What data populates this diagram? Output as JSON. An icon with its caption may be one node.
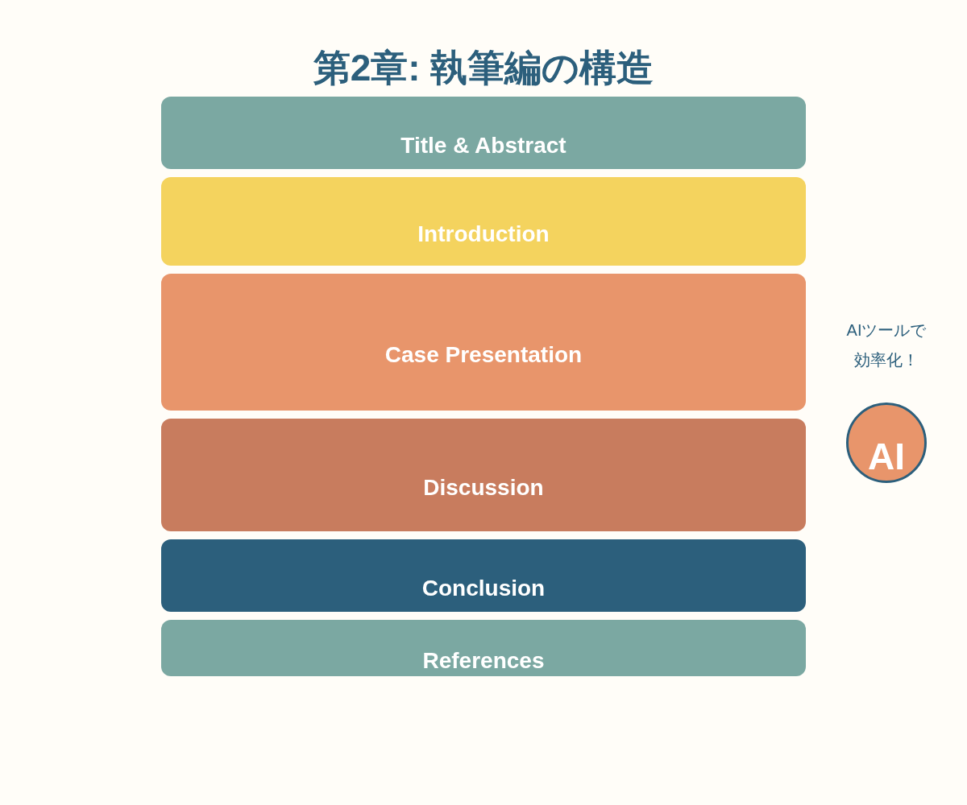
{
  "diagram": {
    "title": "第2章: 執筆編の構造",
    "nodes": [
      {
        "text": [
          "Title & Abstract"
        ]
      },
      {
        "text": [
          "Introduction"
        ]
      },
      {
        "text": [
          "Case Presentation"
        ]
      },
      {
        "text": [
          "Discussion"
        ]
      },
      {
        "text": [
          "Conclusion"
        ]
      },
      {
        "text": [
          "References"
        ]
      },
      {
        "text": [
          "AI"
        ],
        "beside": [
          "AIツールで効率化！"
        ]
      }
    ]
  }
}
